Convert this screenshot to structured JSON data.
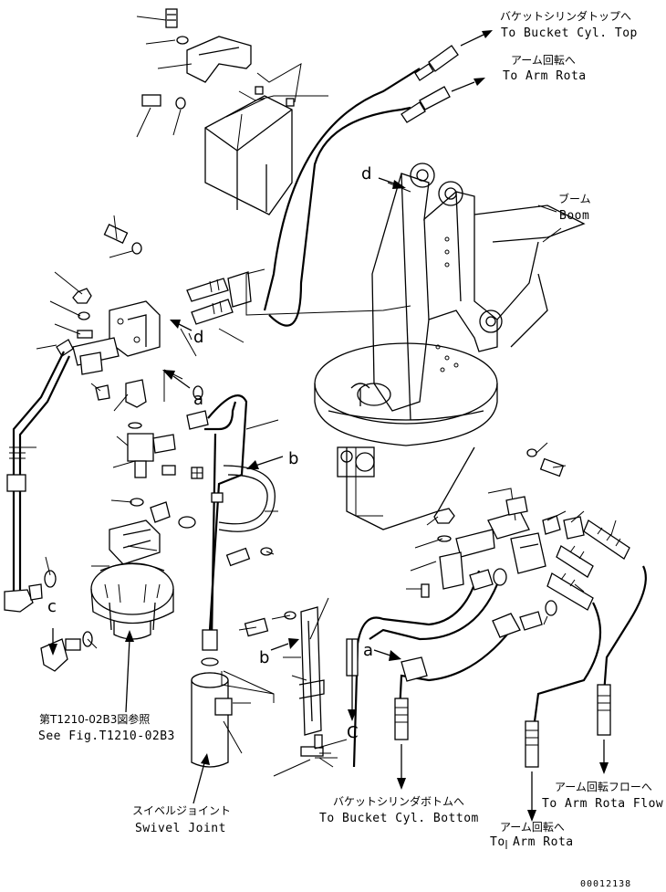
{
  "callouts": {
    "bucket_top_jp": "バケットシリンダトップへ",
    "bucket_top_en": "To Bucket Cyl. Top",
    "arm_rota_top_jp": "アーム回転へ",
    "arm_rota_top_en": "To Arm Rota",
    "boom_jp": "ブーム",
    "boom_en": "Boom",
    "see_fig_jp": "第T1210-02B3図参照",
    "see_fig_en": "See Fig.T1210-02B3",
    "swivel_jp": "スイベルジョイント",
    "swivel_en": "Swivel Joint",
    "bucket_bottom_jp": "バケットシリンダボトムへ",
    "bucket_bottom_en": "To Bucket Cyl. Bottom",
    "arm_rota_flow_jp": "アーム回転フローへ",
    "arm_rota_flow_en": "To Arm Rota Flow",
    "arm_rota_bottom_jp": "アーム回転へ",
    "arm_rota_bottom_en": "To Arm Rota"
  },
  "connection_letters": {
    "d1": "d",
    "d2": "d",
    "a1": "a",
    "a2": "a",
    "b1": "b",
    "b2": "b",
    "c1": "c",
    "c2": "C"
  },
  "figure_number": "00012138"
}
